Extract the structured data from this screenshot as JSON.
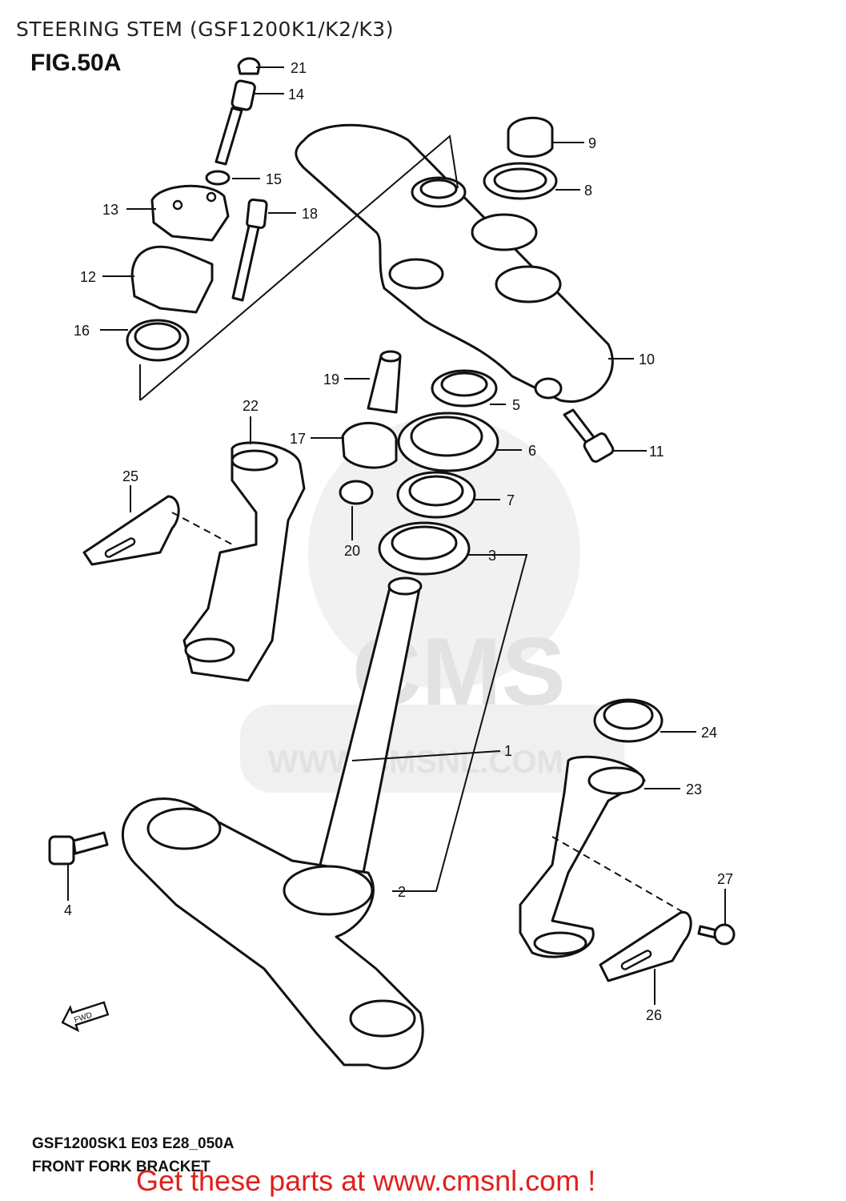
{
  "header": {
    "title": "STEERING STEM (GSF1200K1/K2/K3)"
  },
  "figure": {
    "label": "FIG.50A"
  },
  "callouts": [
    "1",
    "2",
    "3",
    "4",
    "5",
    "6",
    "7",
    "8",
    "9",
    "10",
    "11",
    "12",
    "13",
    "14",
    "15",
    "16",
    "17",
    "18",
    "19",
    "20",
    "21",
    "22",
    "23",
    "24",
    "25",
    "26",
    "27"
  ],
  "fwd_label": "FWD",
  "watermark": {
    "brand": "CMS",
    "url": "WWW.CMSNL.COM"
  },
  "footer": {
    "diagram_code": "GSF1200SK1 E03 E28_050A",
    "diagram_name": "FRONT FORK BRACKET",
    "promo_text": "Get these parts at www.cmsnl.com !"
  }
}
